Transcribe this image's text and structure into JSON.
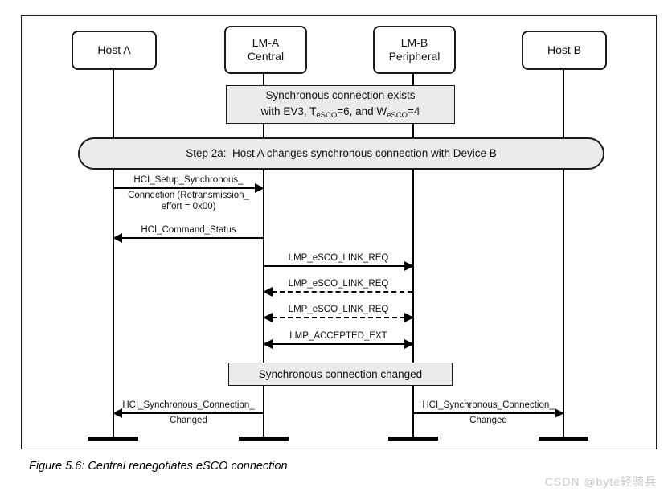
{
  "actors": [
    {
      "line1": "Host A",
      "line2": ""
    },
    {
      "line1": "LM-A",
      "line2": "Central"
    },
    {
      "line1": "LM-B",
      "line2": "Peripheral"
    },
    {
      "line1": "Host B",
      "line2": ""
    }
  ],
  "notes": {
    "exists": {
      "line1": "Synchronous connection exists",
      "line2_prefix": "with EV3, T",
      "line2_sub1": "eSCO",
      "line2_mid": "=6, and W",
      "line2_sub2": "eSCO",
      "line2_suffix": "=4"
    },
    "changed": "Synchronous connection changed"
  },
  "step": {
    "label": "Step 2a:  Host A changes synchronous connection with Device B"
  },
  "messages": {
    "setup": {
      "line1": "HCI_Setup_Synchronous_",
      "line2": "Connection (Retransmission_",
      "line3": "effort = 0x00)"
    },
    "cmd_status": "HCI_Command_Status",
    "lmp_req1": "LMP_eSCO_LINK_REQ",
    "lmp_req2": "LMP_eSCO_LINK_REQ",
    "lmp_req3": "LMP_eSCO_LINK_REQ",
    "lmp_accepted": "LMP_ACCEPTED_EXT",
    "sync_changed_left": {
      "line1": "HCI_Synchronous_Connection_",
      "line2": "Changed"
    },
    "sync_changed_right": {
      "line1": "HCI_Synchronous_Connection_",
      "line2": "Changed"
    }
  },
  "caption": "Figure 5.6: Central renegotiates eSCO connection",
  "watermark": "CSDN @byte轻骑兵",
  "colors": {
    "line": "#000000",
    "box_fill": "#ebebeb",
    "background": "#ffffff",
    "watermark": "#c9c9c9"
  }
}
